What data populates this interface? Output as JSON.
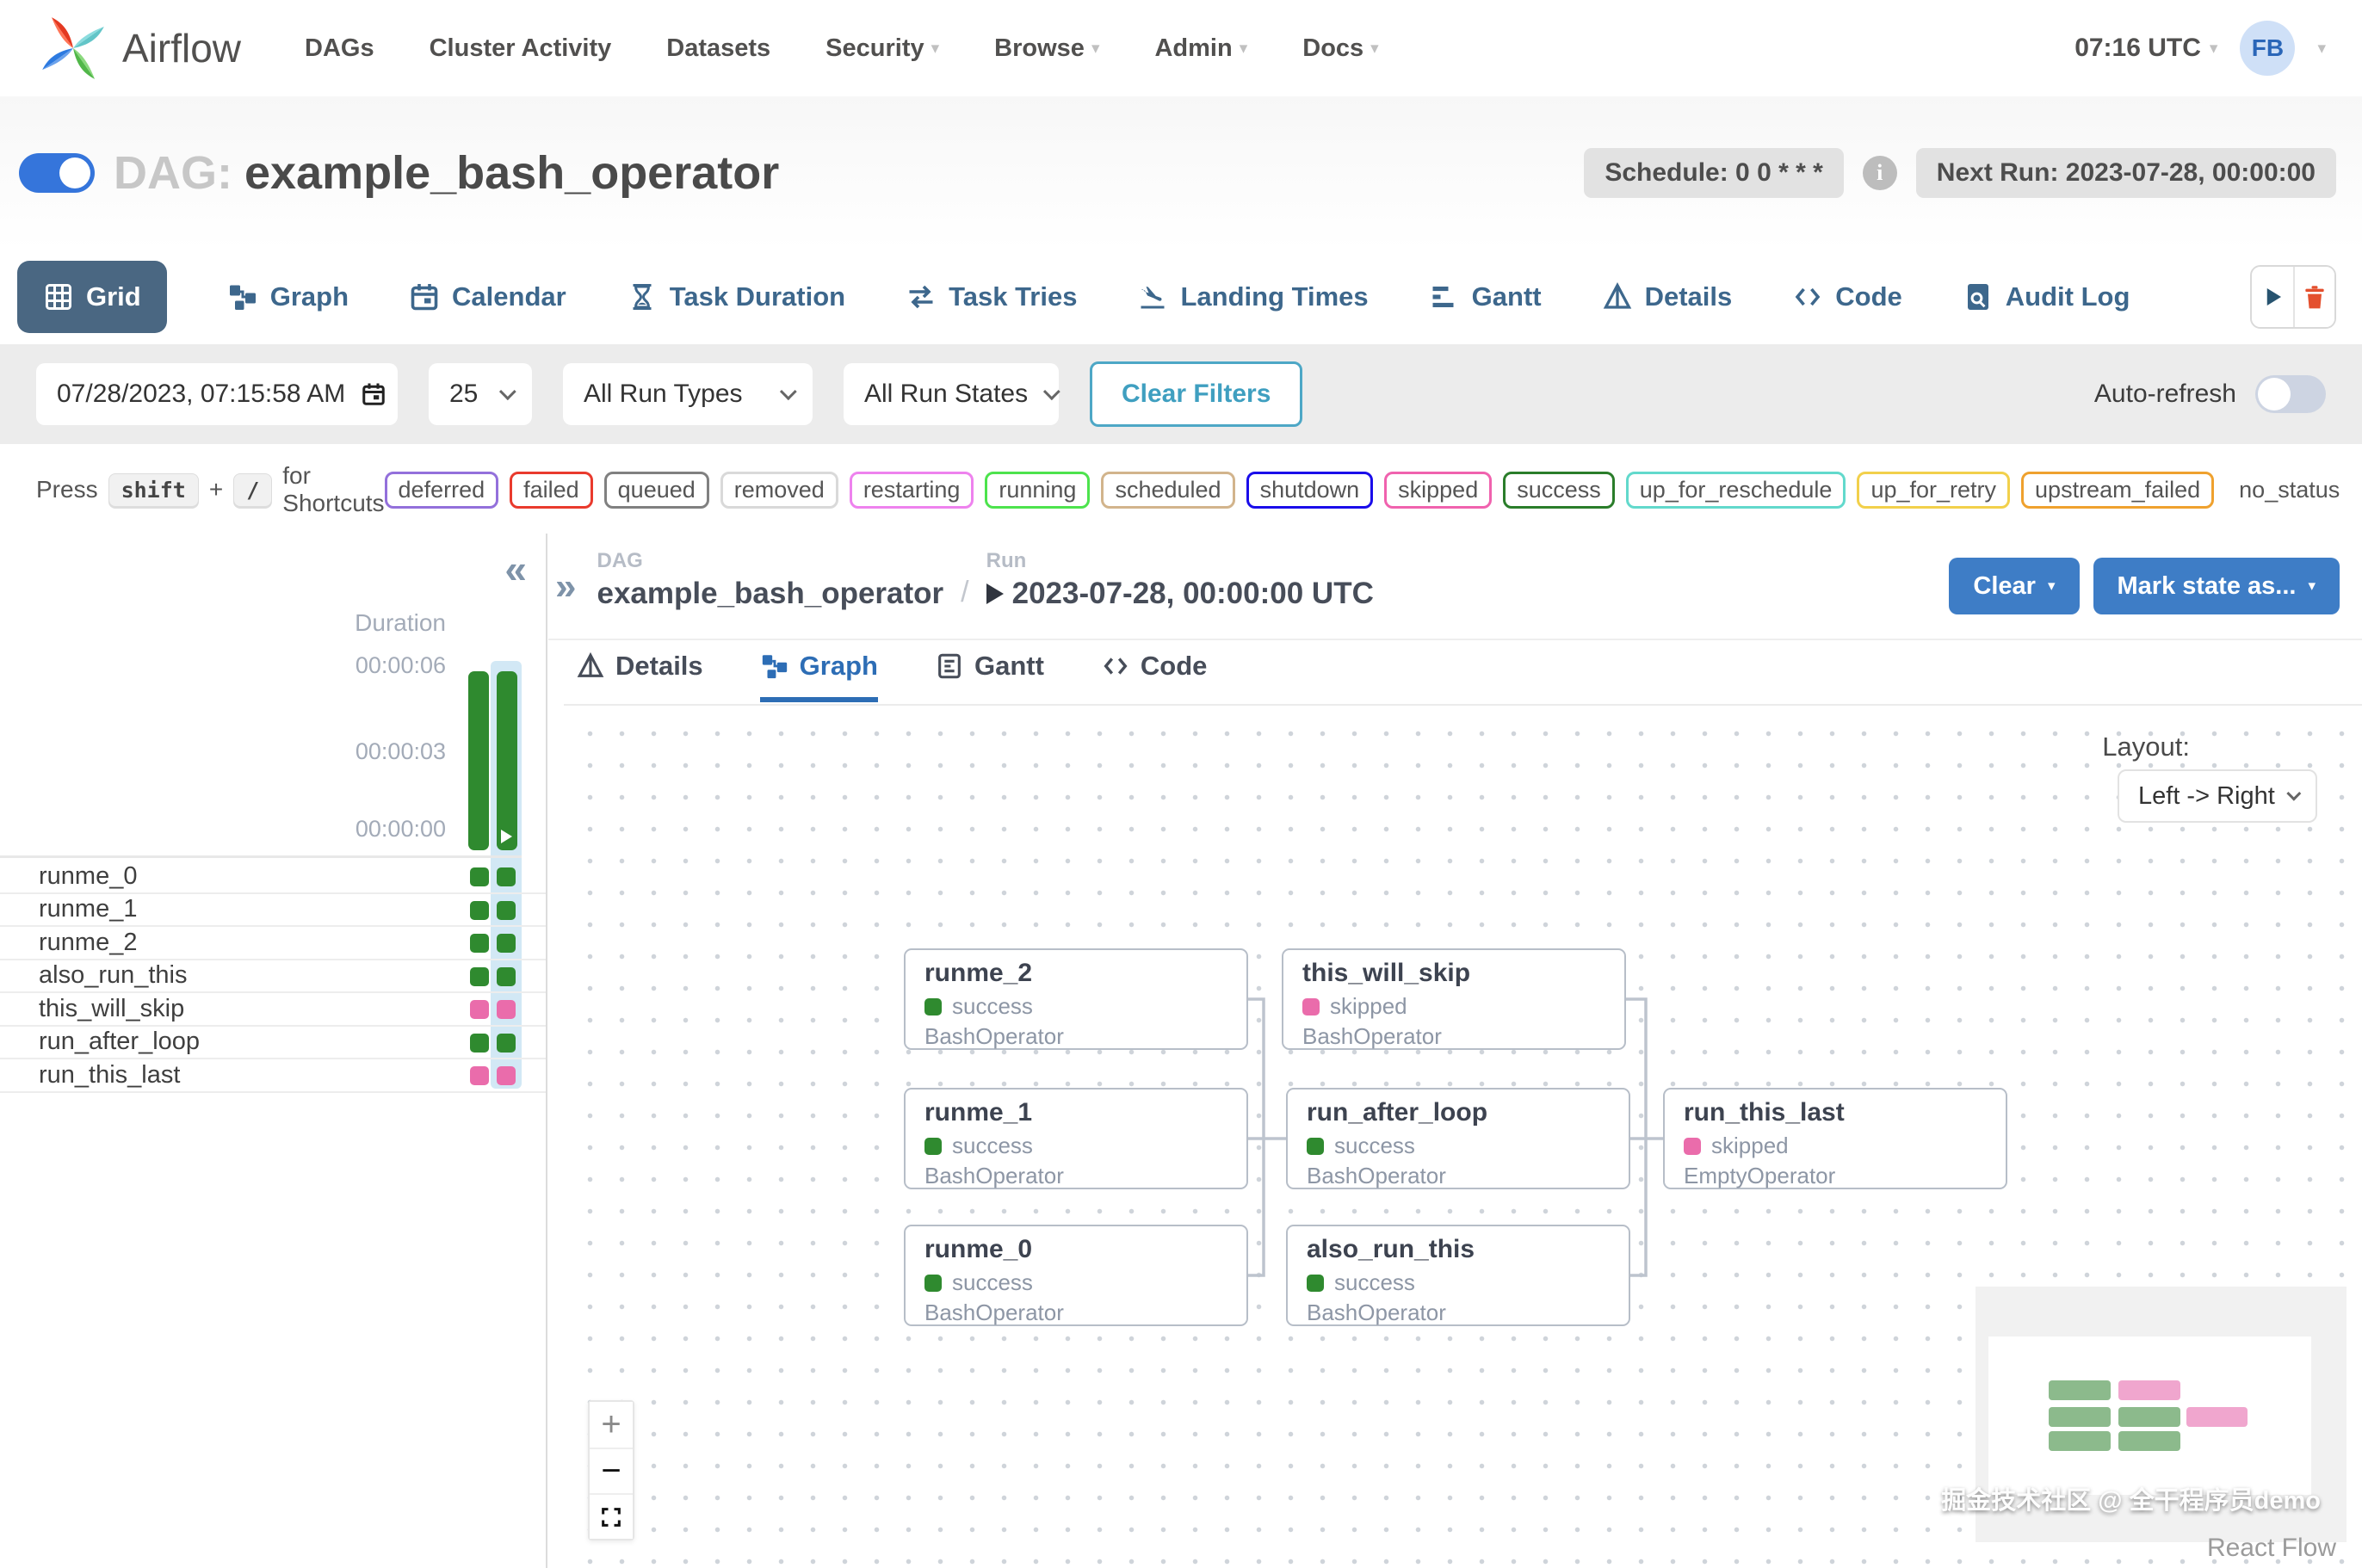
{
  "nav": {
    "brand": "Airflow",
    "items": [
      {
        "label": "DAGs",
        "caret": false
      },
      {
        "label": "Cluster Activity",
        "caret": false
      },
      {
        "label": "Datasets",
        "caret": false
      },
      {
        "label": "Security",
        "caret": true
      },
      {
        "label": "Browse",
        "caret": true
      },
      {
        "label": "Admin",
        "caret": true
      },
      {
        "label": "Docs",
        "caret": true
      }
    ],
    "clock": "07:16 UTC",
    "avatar_initials": "FB"
  },
  "dag_header": {
    "label": "DAG:",
    "title": "example_bash_operator",
    "toggle_on": true,
    "schedule_badge": "Schedule: 0 0 * * *",
    "info_glyph": "i",
    "next_run_badge": "Next Run: 2023-07-28, 00:00:00"
  },
  "view_tabs": [
    {
      "label": "Grid",
      "active": true
    },
    {
      "label": "Graph"
    },
    {
      "label": "Calendar"
    },
    {
      "label": "Task Duration"
    },
    {
      "label": "Task Tries"
    },
    {
      "label": "Landing Times"
    },
    {
      "label": "Gantt"
    },
    {
      "label": "Details"
    },
    {
      "label": "Code"
    },
    {
      "label": "Audit Log"
    }
  ],
  "filters": {
    "date_value": "07/28/2023, 07:15:58 AM",
    "page_size": "25",
    "run_types": "All Run Types",
    "run_states": "All Run States",
    "clear_label": "Clear Filters",
    "auto_refresh_label": "Auto-refresh"
  },
  "shortcut_hint": {
    "press": "Press",
    "key1": "shift",
    "plus": "+",
    "key2": "/",
    "suffix": "for Shortcuts"
  },
  "legend": [
    {
      "label": "deferred",
      "color": "#9370db"
    },
    {
      "label": "failed",
      "color": "#e93a2d"
    },
    {
      "label": "queued",
      "color": "#808080"
    },
    {
      "label": "removed",
      "color": "#d9d9d9"
    },
    {
      "label": "restarting",
      "color": "#ee82ee"
    },
    {
      "label": "running",
      "color": "#4de34d"
    },
    {
      "label": "scheduled",
      "color": "#d2b48c"
    },
    {
      "label": "shutdown",
      "color": "#1a0dea"
    },
    {
      "label": "skipped",
      "color": "#f062ae"
    },
    {
      "label": "success",
      "color": "#2a7d2a"
    },
    {
      "label": "up_for_reschedule",
      "color": "#62d9cc"
    },
    {
      "label": "up_for_retry",
      "color": "#f2d04b"
    },
    {
      "label": "upstream_failed",
      "color": "#efa12e"
    },
    {
      "label": "no_status",
      "color": null
    }
  ],
  "grid_panel": {
    "collapse_glyph": "«",
    "duration_label": "Duration",
    "ticks": [
      "00:00:06",
      "00:00:03",
      "00:00:00"
    ],
    "bars": [
      {
        "run": "scheduled run",
        "duration": "00:00:06",
        "status": "success"
      },
      {
        "run": "manual run (selected)",
        "duration": "00:00:06",
        "status": "success",
        "manual": true
      }
    ],
    "tasks": [
      {
        "name": "runme_0",
        "runs": [
          "success",
          "success"
        ]
      },
      {
        "name": "runme_1",
        "runs": [
          "success",
          "success"
        ]
      },
      {
        "name": "runme_2",
        "runs": [
          "success",
          "success"
        ]
      },
      {
        "name": "also_run_this",
        "runs": [
          "success",
          "success"
        ]
      },
      {
        "name": "this_will_skip",
        "runs": [
          "skipped",
          "skipped"
        ]
      },
      {
        "name": "run_after_loop",
        "runs": [
          "success",
          "success"
        ]
      },
      {
        "name": "run_this_last",
        "runs": [
          "skipped",
          "skipped"
        ]
      }
    ]
  },
  "run_panel": {
    "expand_glyph": "»",
    "breadcrumb": {
      "dag_label": "DAG",
      "dag_value": "example_bash_operator",
      "separator": "/",
      "run_label": "Run",
      "run_value": "2023-07-28, 00:00:00 UTC"
    },
    "clear_button": "Clear",
    "mark_state_button": "Mark state as...",
    "tabs": [
      {
        "label": "Details"
      },
      {
        "label": "Graph",
        "active": true
      },
      {
        "label": "Gantt"
      },
      {
        "label": "Code"
      }
    ]
  },
  "graph": {
    "layout_label": "Layout:",
    "layout_value": "Left -> Right",
    "nodes": [
      {
        "title": "runme_2",
        "status": "success",
        "operator": "BashOperator"
      },
      {
        "title": "this_will_skip",
        "status": "skipped",
        "operator": "BashOperator"
      },
      {
        "title": "runme_1",
        "status": "success",
        "operator": "BashOperator"
      },
      {
        "title": "run_after_loop",
        "status": "success",
        "operator": "BashOperator"
      },
      {
        "title": "run_this_last",
        "status": "skipped",
        "operator": "EmptyOperator"
      },
      {
        "title": "runme_0",
        "status": "success",
        "operator": "BashOperator"
      },
      {
        "title": "also_run_this",
        "status": "success",
        "operator": "BashOperator"
      }
    ],
    "edges": [
      "runme_0 -> run_after_loop",
      "runme_1 -> run_after_loop",
      "runme_2 -> run_after_loop",
      "this_will_skip -> run_this_last",
      "run_after_loop -> run_this_last",
      "also_run_this -> run_this_last"
    ],
    "minimap": [
      [
        "success",
        "skipped"
      ],
      [
        "success",
        "success",
        "skipped"
      ],
      [
        "success",
        "success"
      ]
    ],
    "watermark": "掘金技术社区 @ 全干程序员demo",
    "attribution": "React Flow"
  },
  "colors": {
    "success": "#2f8a2f",
    "skipped": "#ea6cab",
    "primary_button": "#3e7dc6",
    "active_tab_bg": "#4a6782",
    "tab_text": "#3d678c",
    "toggle_on": "#3575db",
    "clear_filters_teal": "#4da7c6",
    "trash_red": "#e4502e"
  }
}
